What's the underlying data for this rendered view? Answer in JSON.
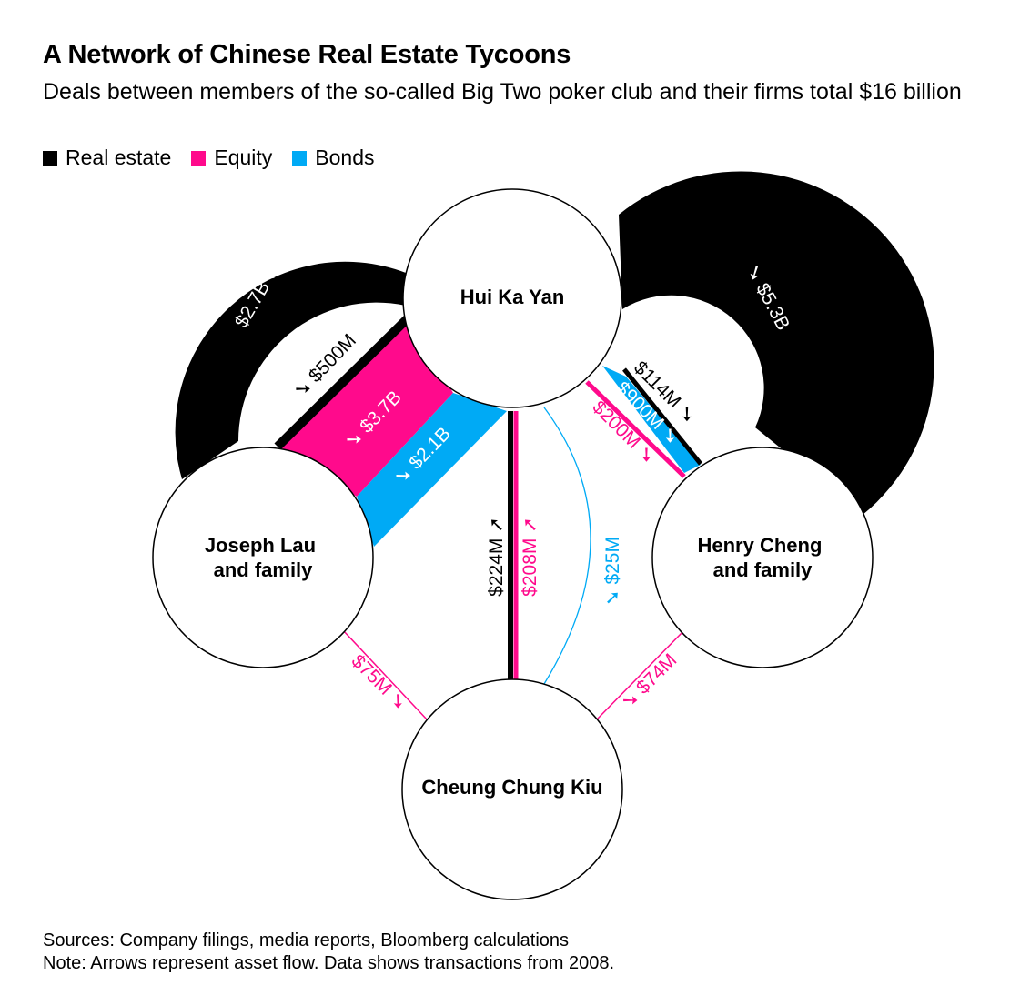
{
  "title": "A Network of Chinese Real Estate Tycoons",
  "subtitle": "Deals between members of the so-called Big Two poker club and their firms total $16 billion",
  "legend": [
    {
      "label": "Real estate",
      "color": "#000000"
    },
    {
      "label": "Equity",
      "color": "#ff0a8c"
    },
    {
      "label": "Bonds",
      "color": "#00aaf5"
    }
  ],
  "nodes": {
    "hui": {
      "lines": [
        "Hui Ka Yan"
      ]
    },
    "lau": {
      "lines": [
        "Joseph Lau",
        "and family"
      ]
    },
    "cheng": {
      "lines": [
        "Henry Cheng",
        "and family"
      ]
    },
    "cheung": {
      "lines": [
        "Cheung Chung Kiu"
      ]
    }
  },
  "flows": {
    "lau_hui_re": {
      "label": "$2.7B ➚",
      "category": "Real estate"
    },
    "hui_cheng_re": {
      "label": "➘ $5.3B",
      "category": "Real estate"
    },
    "hui_lau_re": {
      "label": "➘ $500M",
      "category": "Real estate"
    },
    "hui_lau_eq": {
      "label": "➘ $3.7B",
      "category": "Equity"
    },
    "hui_lau_bd": {
      "label": "➘ $2.1B",
      "category": "Bonds"
    },
    "cheng_hui_re": {
      "label": "$114M ➘",
      "category": "Real estate"
    },
    "cheng_hui_bd": {
      "label": "$900M ➘",
      "category": "Bonds"
    },
    "cheng_hui_eq": {
      "label": "$200M ➘",
      "category": "Equity"
    },
    "cheung_hui_re": {
      "label": "$224M ➚",
      "category": "Real estate"
    },
    "cheung_hui_eq": {
      "label": "$208M ➚",
      "category": "Equity"
    },
    "hui_cheung_bd": {
      "label": "➘ $25M",
      "category": "Bonds"
    },
    "lau_cheung_eq": {
      "label": "$75M ➘",
      "category": "Equity"
    },
    "cheng_cheung_eq": {
      "label": "➘ $74M",
      "category": "Equity"
    }
  },
  "footer": {
    "sources": "Sources: Company filings, media reports, Bloomberg calculations",
    "note": "Note: Arrows represent asset flow. Data shows transactions from 2008."
  }
}
